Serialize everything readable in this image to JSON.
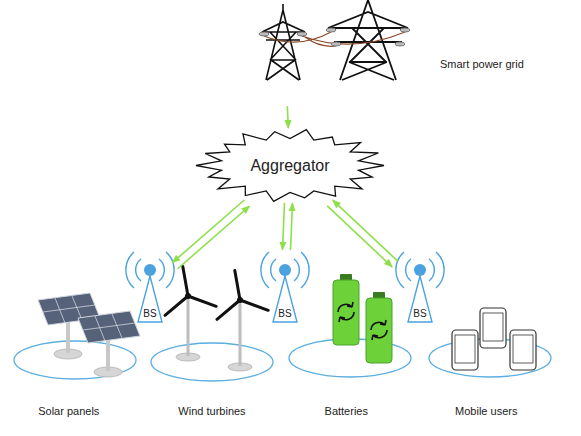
{
  "diagram": {
    "nodes": [
      {
        "text": [
          "Smart power grid"
        ]
      },
      {
        "text": [
          "Aggregator"
        ]
      },
      {
        "text": [
          "BS"
        ]
      },
      {
        "text": [
          "BS"
        ]
      },
      {
        "text": [
          "BS"
        ]
      },
      {
        "text": [
          "Solar panels"
        ]
      },
      {
        "text": [
          "Wind turbines"
        ]
      },
      {
        "text": [
          "Batteries"
        ]
      },
      {
        "text": [
          "Mobile users"
        ]
      }
    ],
    "edges": [
      {
        "from": 0,
        "to": 1,
        "arrow": "to"
      },
      {
        "from": 2,
        "to": 1,
        "arrow": "to"
      },
      {
        "from": 1,
        "to": 2,
        "arrow": "to"
      },
      {
        "from": 3,
        "to": 1,
        "arrow": "to"
      },
      {
        "from": 1,
        "to": 3,
        "arrow": "to"
      },
      {
        "from": 4,
        "to": 1,
        "arrow": "to"
      },
      {
        "from": 1,
        "to": 4,
        "arrow": "to"
      }
    ]
  }
}
